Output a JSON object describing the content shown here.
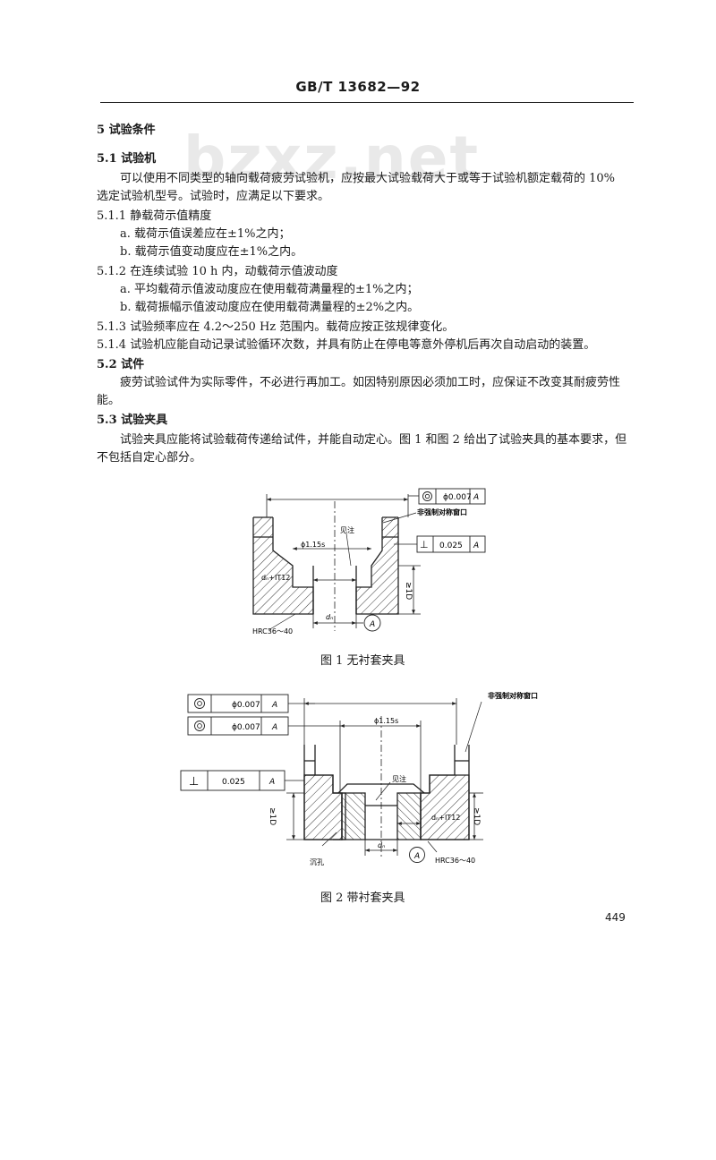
{
  "header": {
    "std_number": "GB/T 13682—92"
  },
  "watermark": "bzxz.net",
  "section5": {
    "title": "5  试验条件",
    "s5_1": {
      "title": "5.1  试验机",
      "p1": "可以使用不同类型的轴向载荷疲劳试验机，应按最大试验载荷大于或等于试验机额定载荷的 10%",
      "p2": "选定试验机型号。试验时，应满足以下要求。"
    },
    "s5_1_1": {
      "title": "5.1.1  静载荷示值精度",
      "a": "a.  载荷示值误差应在±1%之内；",
      "b": "b.  载荷示值变动度应在±1%之内。"
    },
    "s5_1_2": {
      "title": "5.1.2  在连续试验 10 h 内，动载荷示值波动度",
      "a": "a.  平均载荷示值波动度应在使用载荷满量程的±1%之内；",
      "b": "b.  载荷振幅示值波动度应在使用载荷满量程的±2%之内。"
    },
    "s5_1_3": "5.1.3  试验频率应在 4.2～250 Hz 范围内。载荷应按正弦规律变化。",
    "s5_1_4": "5.1.4  试验机应能自动记录试验循环次数，并具有防止在停电等意外停机后再次自动启动的装置。",
    "s5_2": {
      "title": "5.2  试件",
      "p1": "疲劳试验试件为实际零件，不必进行再加工。如因特别原因必须加工时，应保证不改变其耐疲劳性",
      "p2": "能。"
    },
    "s5_3": {
      "title": "5.3  试验夹具",
      "p1": "试验夹具应能将试验载荷传递给试件，并能自动定心。图 1 和图 2 给出了试验夹具的基本要求，但",
      "p2": "不包括自定心部分。"
    }
  },
  "figure1": {
    "caption": "图 1   无衬套夹具",
    "concentricity_value": "ϕ0.007",
    "datum": "A",
    "perpendicularity_value": "0.025",
    "perpendicularity_symbol": "⊥",
    "label_window": "非强制对称窗口",
    "label_note": "见注",
    "dim_top": "ϕ1.15s",
    "dim_bore": "dₙ+IT12",
    "dim_depth": "≥1D",
    "dim_dn": "dₙ",
    "hardness": "HRC36～40"
  },
  "figure2": {
    "caption": "图 2   带衬套夹具",
    "concentricity_value_1": "ϕ0.007",
    "concentricity_value_2": "ϕ0.007",
    "datum": "A",
    "perpendicularity_value": "0.025",
    "perpendicularity_symbol": "⊥",
    "label_window": "非强制对称窗口",
    "label_note": "见注",
    "dim_top": "ϕ1.15s",
    "dim_bore": "dₙ+IT12",
    "dim_depth_left": "≥1D",
    "dim_depth_right": "≥1D",
    "dim_dn": "dₙ",
    "label_counterbore": "沉孔",
    "hardness": "HRC36～40"
  },
  "page_number": "449"
}
